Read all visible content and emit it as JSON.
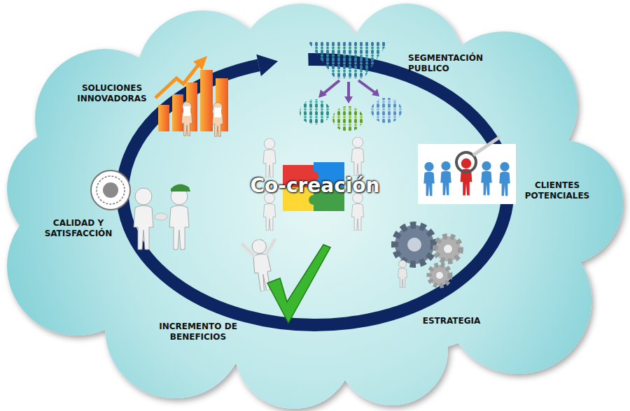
{
  "diagram": {
    "title": "Co-creación",
    "labels": [
      "SOLUCIONES INNOVADORAS",
      "SEGMENTACIÓN PUBLICO",
      "CLIENTES POTENCIALES",
      "CALIDAD Y SATISFACCIÓN",
      "ESTRATEGIA",
      "INCREMENTO DE BENEFICIOS"
    ]
  }
}
